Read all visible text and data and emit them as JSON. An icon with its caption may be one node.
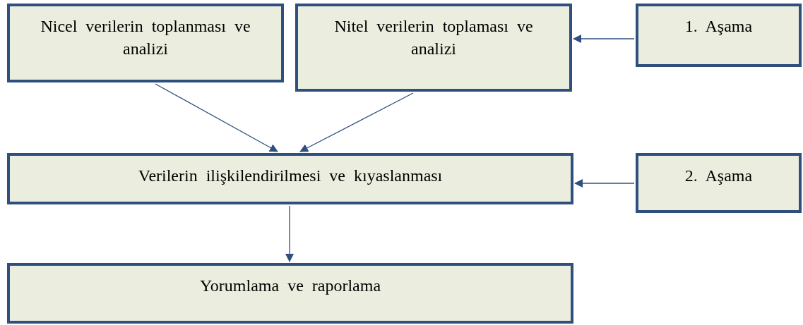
{
  "diagram": {
    "nodes": [
      {
        "text": [
          "Nicel verilerin toplanması ve analizi"
        ]
      },
      {
        "text": [
          "Nitel verilerin toplaması ve analizi"
        ]
      },
      {
        "text": [
          "1. Aşama"
        ]
      },
      {
        "text": [
          "Verilerin ilişkilendirilmesi ve kıyaslanması"
        ]
      },
      {
        "text": [
          "2. Aşama"
        ]
      },
      {
        "text": [
          "Yorumlama ve raporlama"
        ]
      }
    ],
    "edges": [
      {
        "from": 0,
        "to": 3,
        "arrow": "to"
      },
      {
        "from": 1,
        "to": 3,
        "arrow": "to"
      },
      {
        "from": 2,
        "to": 1,
        "arrow": "to"
      },
      {
        "from": 4,
        "to": 3,
        "arrow": "to"
      },
      {
        "from": 3,
        "to": 5,
        "arrow": "to"
      }
    ]
  }
}
